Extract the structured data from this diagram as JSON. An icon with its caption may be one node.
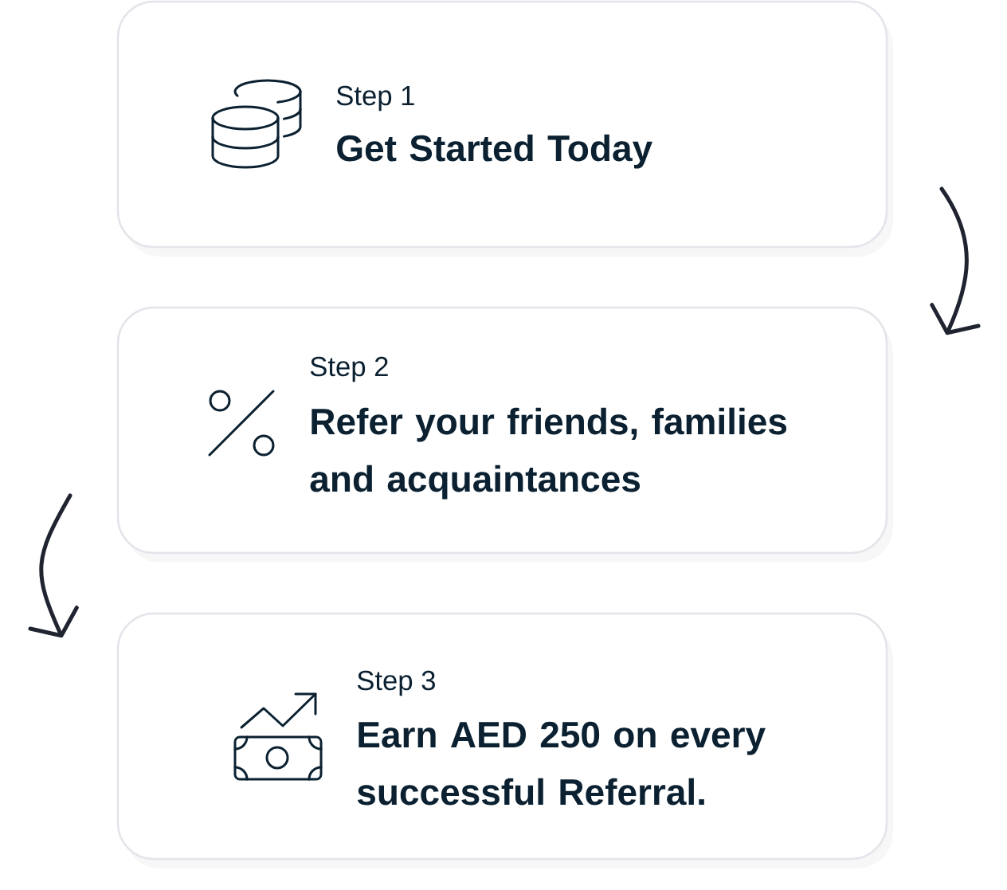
{
  "diagram": {
    "nodes": [
      {
        "text": [
          "Step 1",
          "Get Started Today"
        ]
      },
      {
        "text": [
          "Step 2",
          "Refer your friends, families and acquaintances"
        ]
      },
      {
        "text": [
          "Step 3",
          "Earn AED 250 on every successful Referral."
        ]
      }
    ],
    "edges": [
      {
        "from": 0,
        "to": 1,
        "arrow": "to"
      },
      {
        "from": 1,
        "to": 2,
        "arrow": "to"
      }
    ]
  }
}
